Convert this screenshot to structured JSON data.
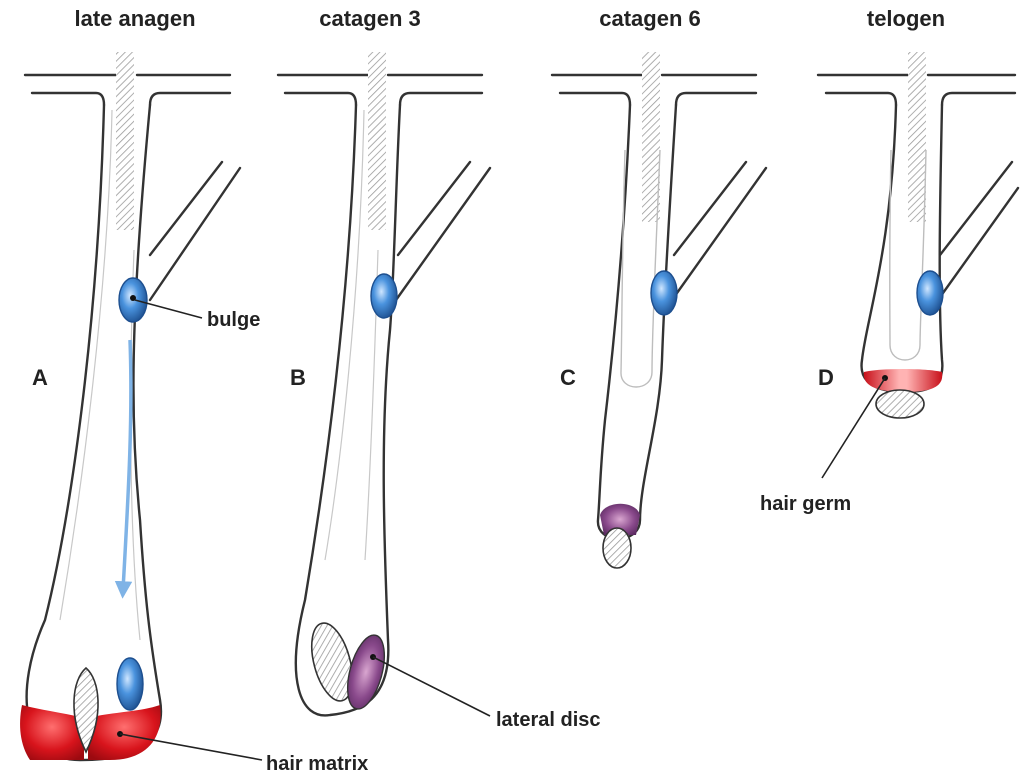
{
  "panels": [
    {
      "id": "A",
      "title": "late anagen"
    },
    {
      "id": "B",
      "title": "catagen 3"
    },
    {
      "id": "C",
      "title": "catagen 6"
    },
    {
      "id": "D",
      "title": "telogen"
    }
  ],
  "callouts": {
    "bulge": "bulge",
    "hair_matrix": "hair matrix",
    "lateral_disc": "lateral disc",
    "hair_germ": "hair germ"
  },
  "colors": {
    "outline": "#333333",
    "bulge_blue": "#2f78c4",
    "matrix_red": "#d8141c",
    "lateral_disc_purple": "#8a4a8c",
    "hair_hatch": "#9a9a9a",
    "migration_arrow": "#7fb3e6"
  }
}
